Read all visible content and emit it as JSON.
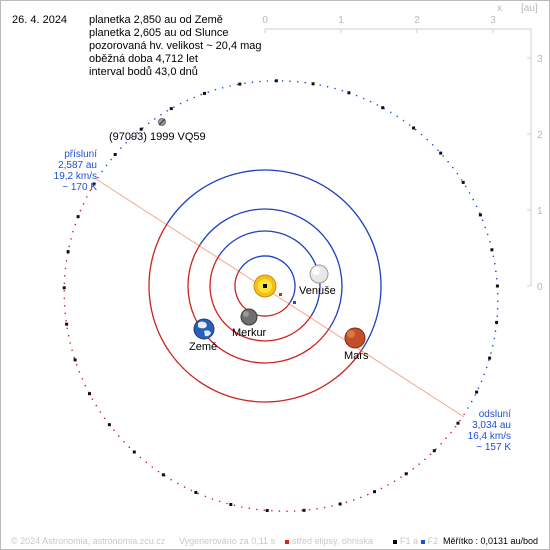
{
  "date": "26. 4. 2024",
  "info": {
    "line1": "planetka 2,850 au od Země",
    "line2": "planetka 2,605 au od Slunce",
    "line3": "pozorovaná hv. velikost ~ 20,4 mag",
    "line4": "oběžná doba 4,712 let",
    "line5": "interval bodů 43,0 dnů"
  },
  "object_name": "(97093) 1999 VQ59",
  "perihelion": {
    "title": "přísluní",
    "dist": "2,587 au",
    "speed": "19,2 km/s",
    "temp": "~ 170 K"
  },
  "aphelion": {
    "title": "odsluní",
    "dist": "3,034 au",
    "speed": "16,4 km/s",
    "temp": "~ 157 K"
  },
  "planets": {
    "venus": "Venuše",
    "mercury": "Merkur",
    "earth": "Země",
    "mars": "Mars"
  },
  "axis": {
    "top_ticks": [
      "0",
      "1",
      "2",
      "3"
    ],
    "right_ticks": [
      "0",
      "1",
      "2",
      "3"
    ],
    "x_label": "x",
    "unit": "[au]"
  },
  "footer": {
    "copyright": "© 2024 Astronomia, astronomia.zcu.cz",
    "generated": "Vygenerováno za 0,11 s",
    "legend_center": "střed elipsy, ohniska",
    "f1": "F1",
    "and": "a",
    "f2": "F2",
    "scale": "Měřítko : 0,0131 au/bod"
  },
  "colors": {
    "orbit_inner": "#1f3fbf",
    "orbit_outer": "#cc2222",
    "asteroid_blue": "#1a4fd0",
    "asteroid_red": "#cc2222",
    "apsides_line": "#f2a68a"
  }
}
